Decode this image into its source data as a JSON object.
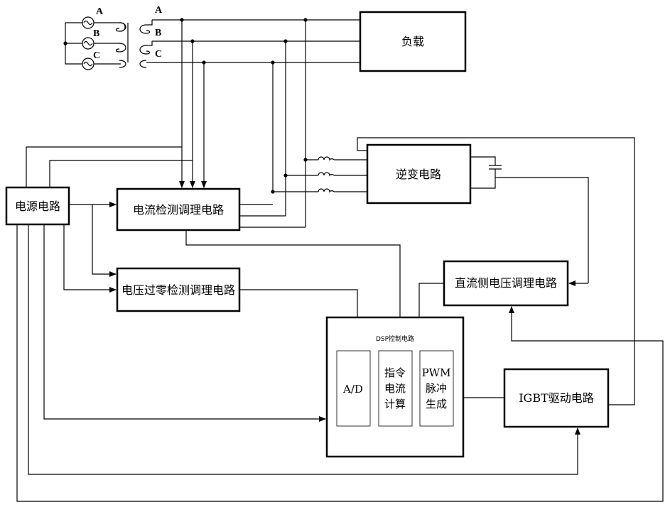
{
  "diagram": {
    "phases_source": [
      "A",
      "B",
      "C"
    ],
    "phases_transformer": [
      "A",
      "B",
      "C"
    ],
    "blocks": {
      "load": "负载",
      "inverter": "逆变电路",
      "power": "电源电路",
      "current_detect": "电流检测调理电路",
      "voltage_zero": "电压过零检测调理电路",
      "dc_voltage": "直流侧电压调理电路",
      "dsp": "DSP控制电路",
      "igbt": "IGBT驱动电路"
    },
    "dsp_sub": {
      "ad": "A/D",
      "cmd": [
        "指令",
        "电流",
        "计算"
      ],
      "pwm": [
        "PWM",
        "脉冲",
        "生成"
      ]
    }
  }
}
